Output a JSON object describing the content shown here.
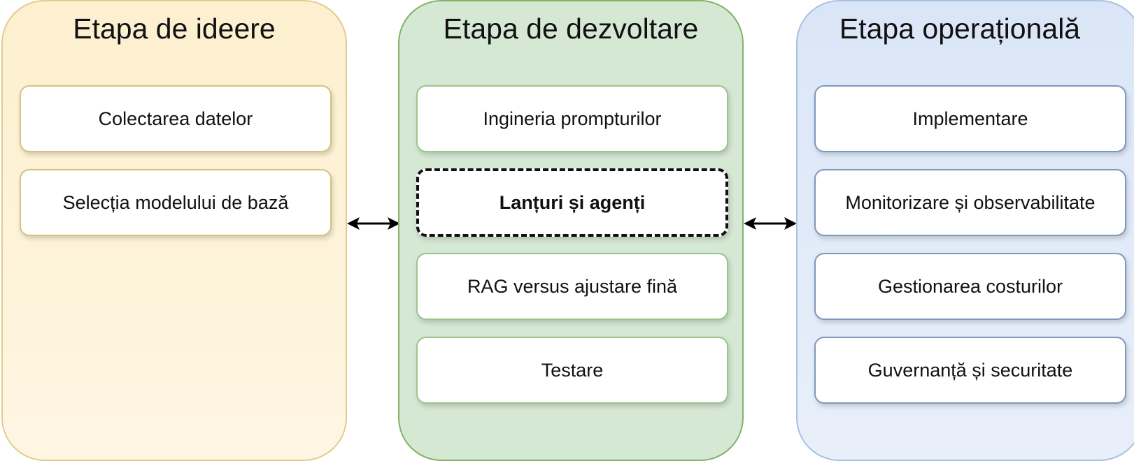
{
  "stages": [
    {
      "title": "Etapa de ideere",
      "items": [
        "Colectarea datelor",
        "Selecția modelului de bază"
      ]
    },
    {
      "title": "Etapa de dezvoltare",
      "items": [
        "Ingineria prompturilor",
        "Lanțuri și agenți",
        "RAG versus ajustare fină",
        "Testare"
      ],
      "highlighted_item": "Lanțuri și agenți"
    },
    {
      "title": "Etapa operațională",
      "items": [
        "Implementare",
        "Monitorizare și observabilitate",
        "Gestionarea costurilor",
        "Guvernanță și securitate"
      ]
    }
  ],
  "colors": {
    "ideation_fill": "#fdf0cf",
    "ideation_border": "#e2cc8e",
    "development_fill": "#d5e8d4",
    "development_border": "#82b366",
    "operational_fill": "#dae6f7",
    "operational_border": "#a9c1e0",
    "arrow": "#000000"
  },
  "connectors": [
    "bidirectional-arrow",
    "bidirectional-arrow"
  ]
}
